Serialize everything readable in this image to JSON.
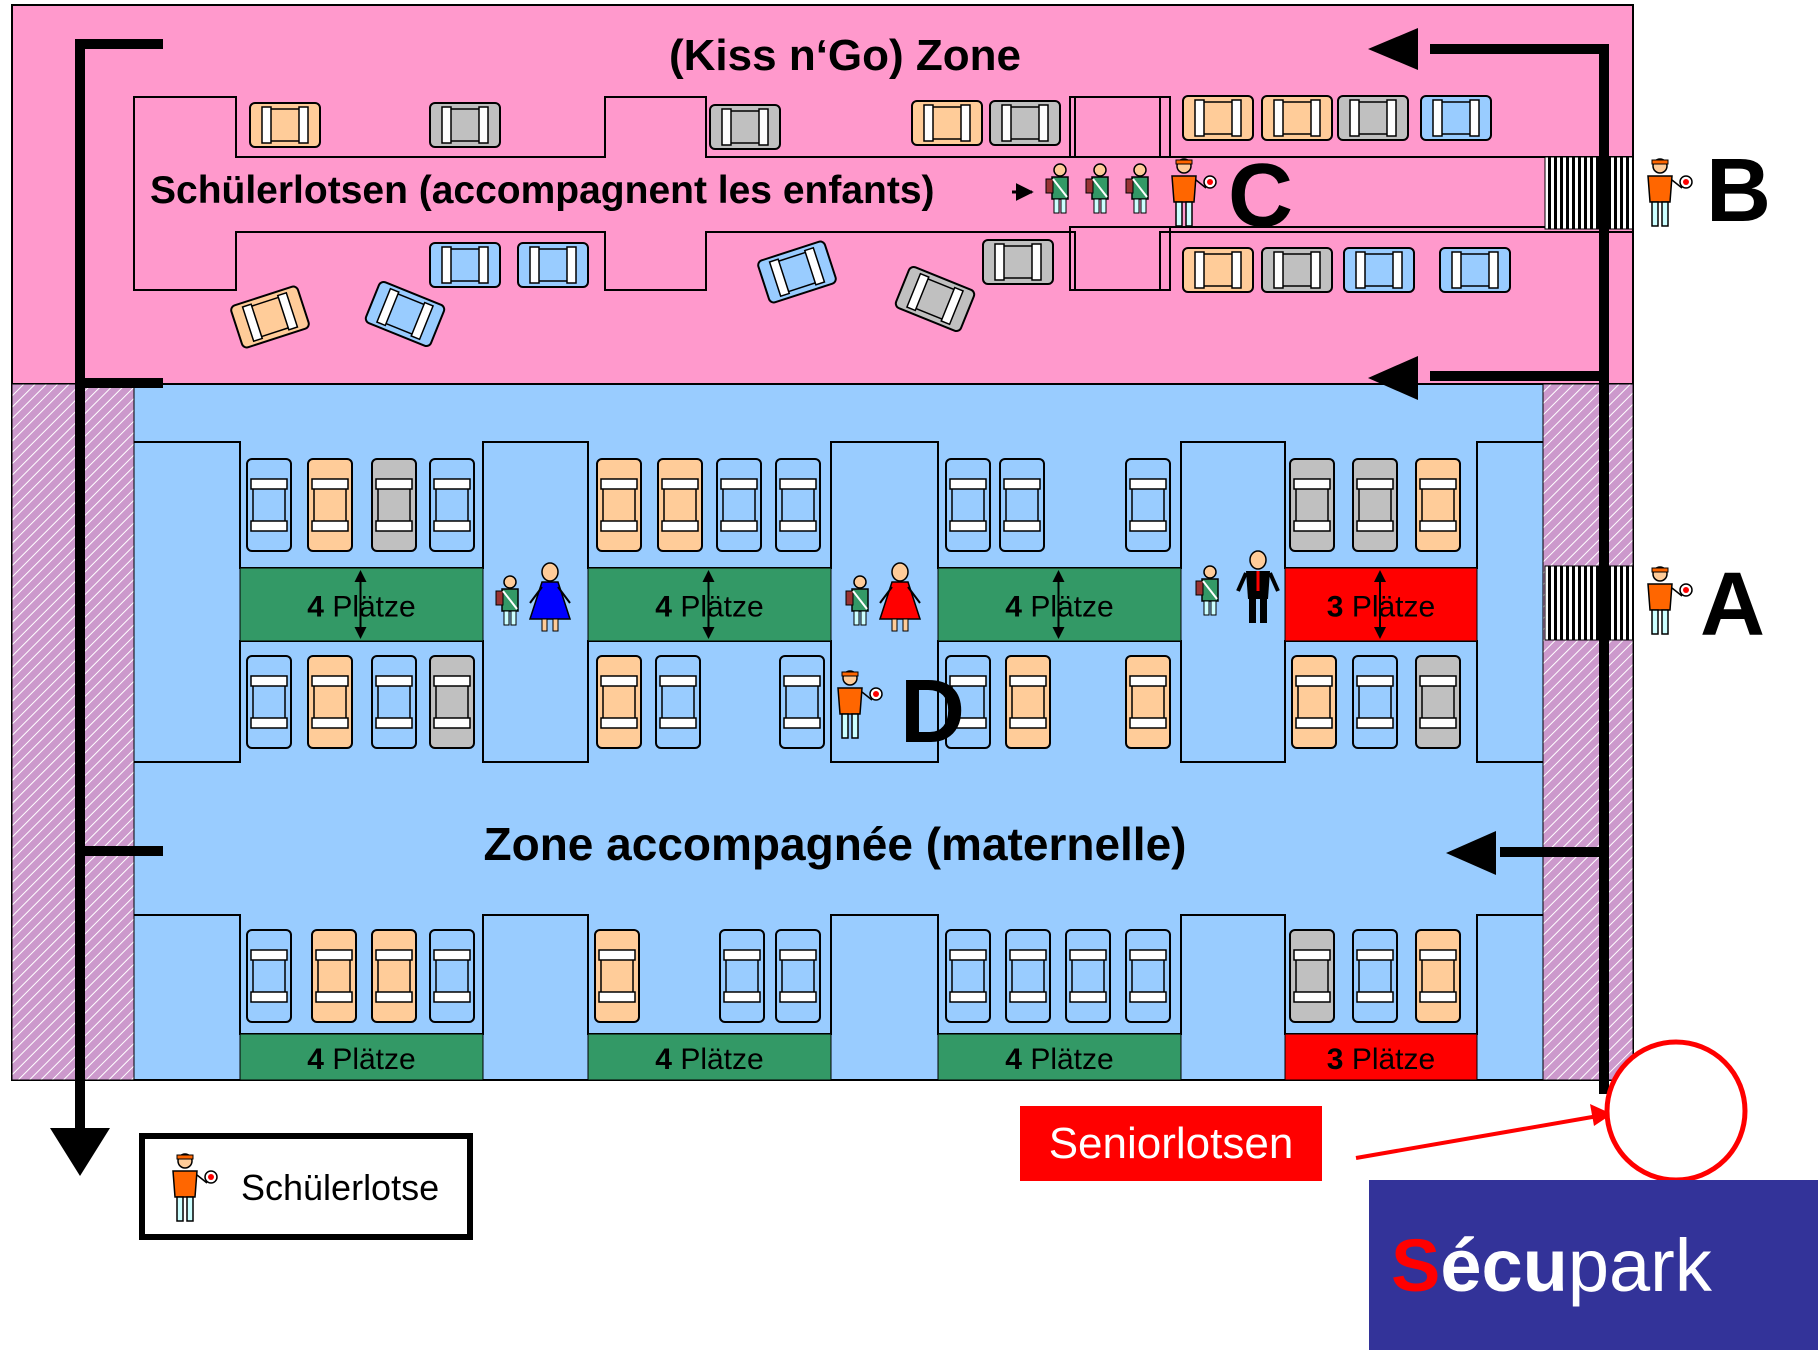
{
  "zones": {
    "kiss_go": "(Kiss n‘Go) Zone",
    "accompanied": "Zone accompagnée (maternelle)"
  },
  "patrol_note": "Schülerlotsen (accompagnent les enfants)",
  "markers": {
    "a": "A",
    "b": "B",
    "c": "C",
    "d": "D"
  },
  "places": [
    {
      "number": "4",
      "label": "Plätze",
      "status": "green"
    },
    {
      "number": "4",
      "label": "Plätze",
      "status": "green"
    },
    {
      "number": "4",
      "label": "Plätze",
      "status": "green"
    },
    {
      "number": "3",
      "label": "Plätze",
      "status": "red"
    },
    {
      "number": "4",
      "label": "Plätze",
      "status": "green"
    },
    {
      "number": "4",
      "label": "Plätze",
      "status": "green"
    },
    {
      "number": "4",
      "label": "Plätze",
      "status": "green"
    },
    {
      "number": "3",
      "label": "Plätze",
      "status": "red"
    }
  ],
  "seniors_label": "Seniorlotsen",
  "legend": {
    "label": "Schülerlotse",
    "icon": "crossing-guard-icon"
  },
  "brand": {
    "s": "S",
    "ecu": "écu",
    "park": "park"
  },
  "colors": {
    "kiss_go_zone": "#ff99cc",
    "accompanied_zone": "#99ccff",
    "green_places": "#339966",
    "red_places": "#ff0000",
    "brand_bg": "#333399"
  }
}
